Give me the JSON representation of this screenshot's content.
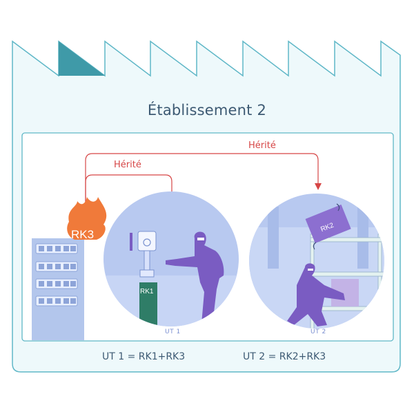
{
  "establishment": {
    "title": "Établissement 2"
  },
  "risks": {
    "rk3_badge": "RK3",
    "rk1_label": "RK1",
    "rk2_label": "RK2"
  },
  "inheritance": {
    "label_1": "Hérité",
    "label_2": "Hérité"
  },
  "units": {
    "ut1": {
      "caption": "UT 1",
      "formula": "UT 1 = RK1+RK3"
    },
    "ut2": {
      "caption": "UT 2",
      "formula": "UT 2 = RK2+RK3"
    }
  },
  "colors": {
    "building_outline": "#5fb7c7",
    "building_fill": "#eef9fb",
    "roof_accent": "#3f9aa8",
    "arrow": "#d64545",
    "fire": "#f07a3a",
    "figure": "#7a5cc2",
    "circle": "#b8c9f0",
    "cabinet": "#b3c6ec",
    "rk1_box": "#2f7d67"
  }
}
